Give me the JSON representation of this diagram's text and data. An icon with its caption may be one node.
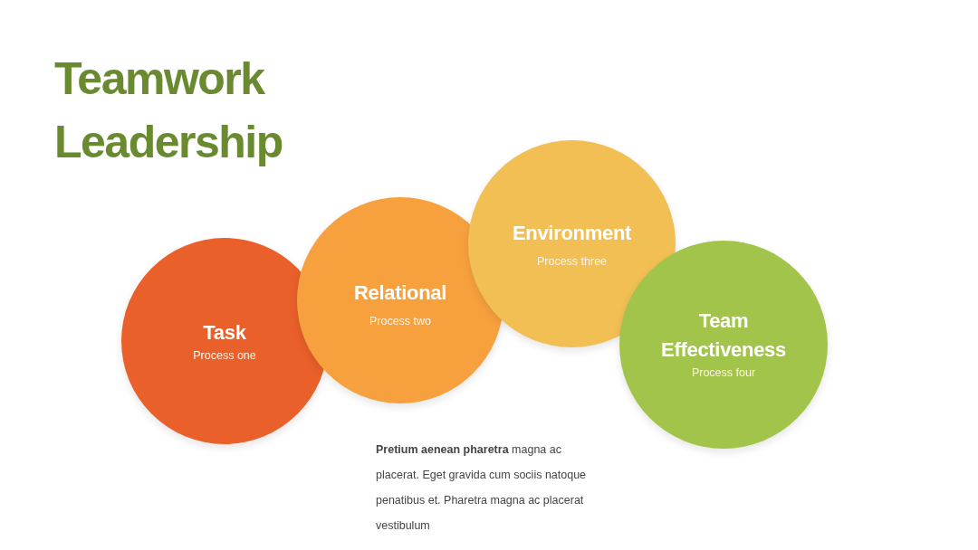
{
  "diagram": {
    "title": "Teamwork Leadership",
    "nodes": [
      {
        "text": [
          "Task",
          "Process one"
        ]
      },
      {
        "text": [
          "Relational",
          "Process two"
        ]
      },
      {
        "text": [
          "Environment",
          "Process three"
        ]
      },
      {
        "text": [
          "Team Effectiveness",
          "Process four"
        ]
      }
    ],
    "labels": [
      "**Pretium aenean pharetra** magna ac placerat. Eget gravida cum sociis natoque penatibus et. Pharetra magna ac placerat vestibulum"
    ]
  }
}
